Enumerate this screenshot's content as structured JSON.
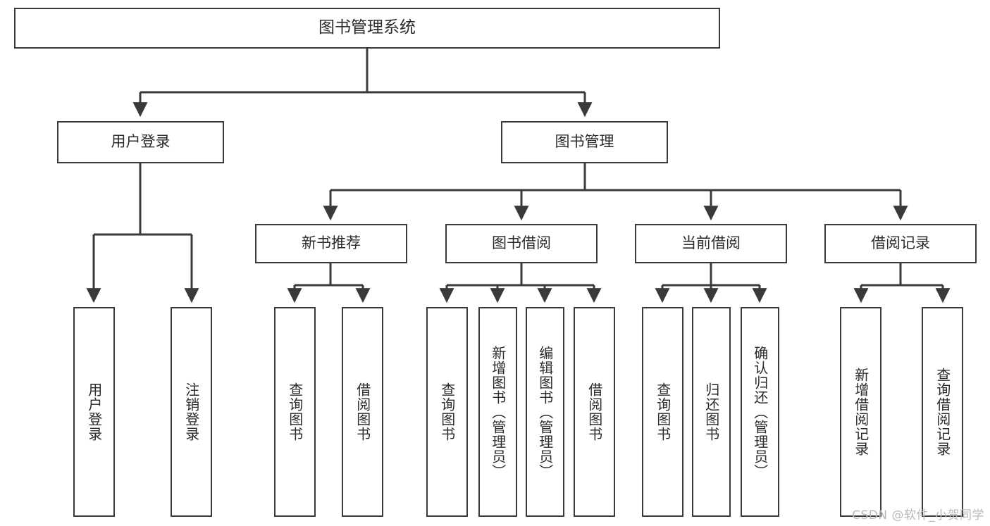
{
  "diagram": {
    "title": "图书管理系统",
    "type": "function-structure-tree",
    "background_color": "#ffffff",
    "line_color": "#3a3a3a",
    "text_color": "#2b2b2b",
    "root": {
      "label": "图书管理系统"
    },
    "level1": [
      {
        "label": "用户登录"
      },
      {
        "label": "图书管理"
      }
    ],
    "level2": [
      {
        "label": "新书推荐"
      },
      {
        "label": "图书借阅"
      },
      {
        "label": "当前借阅"
      },
      {
        "label": "借阅记录"
      }
    ],
    "leaves": {
      "user_login": [
        {
          "label": "用户登录"
        },
        {
          "label": "注销登录"
        }
      ],
      "new_book_recommend": [
        {
          "label": "查询图书"
        },
        {
          "label": "借阅图书"
        }
      ],
      "book_borrow": [
        {
          "label": "查询图书"
        },
        {
          "label": "新增图书（管理员）"
        },
        {
          "label": "编辑图书（管理员）"
        },
        {
          "label": "借阅图书"
        }
      ],
      "current_borrow": [
        {
          "label": "查询图书"
        },
        {
          "label": "归还图书"
        },
        {
          "label": "确认归还（管理员）"
        }
      ],
      "borrow_record": [
        {
          "label": "新增借阅记录"
        },
        {
          "label": "查询借阅记录"
        }
      ]
    },
    "watermark": "CSDN @软件_小贺同学"
  }
}
